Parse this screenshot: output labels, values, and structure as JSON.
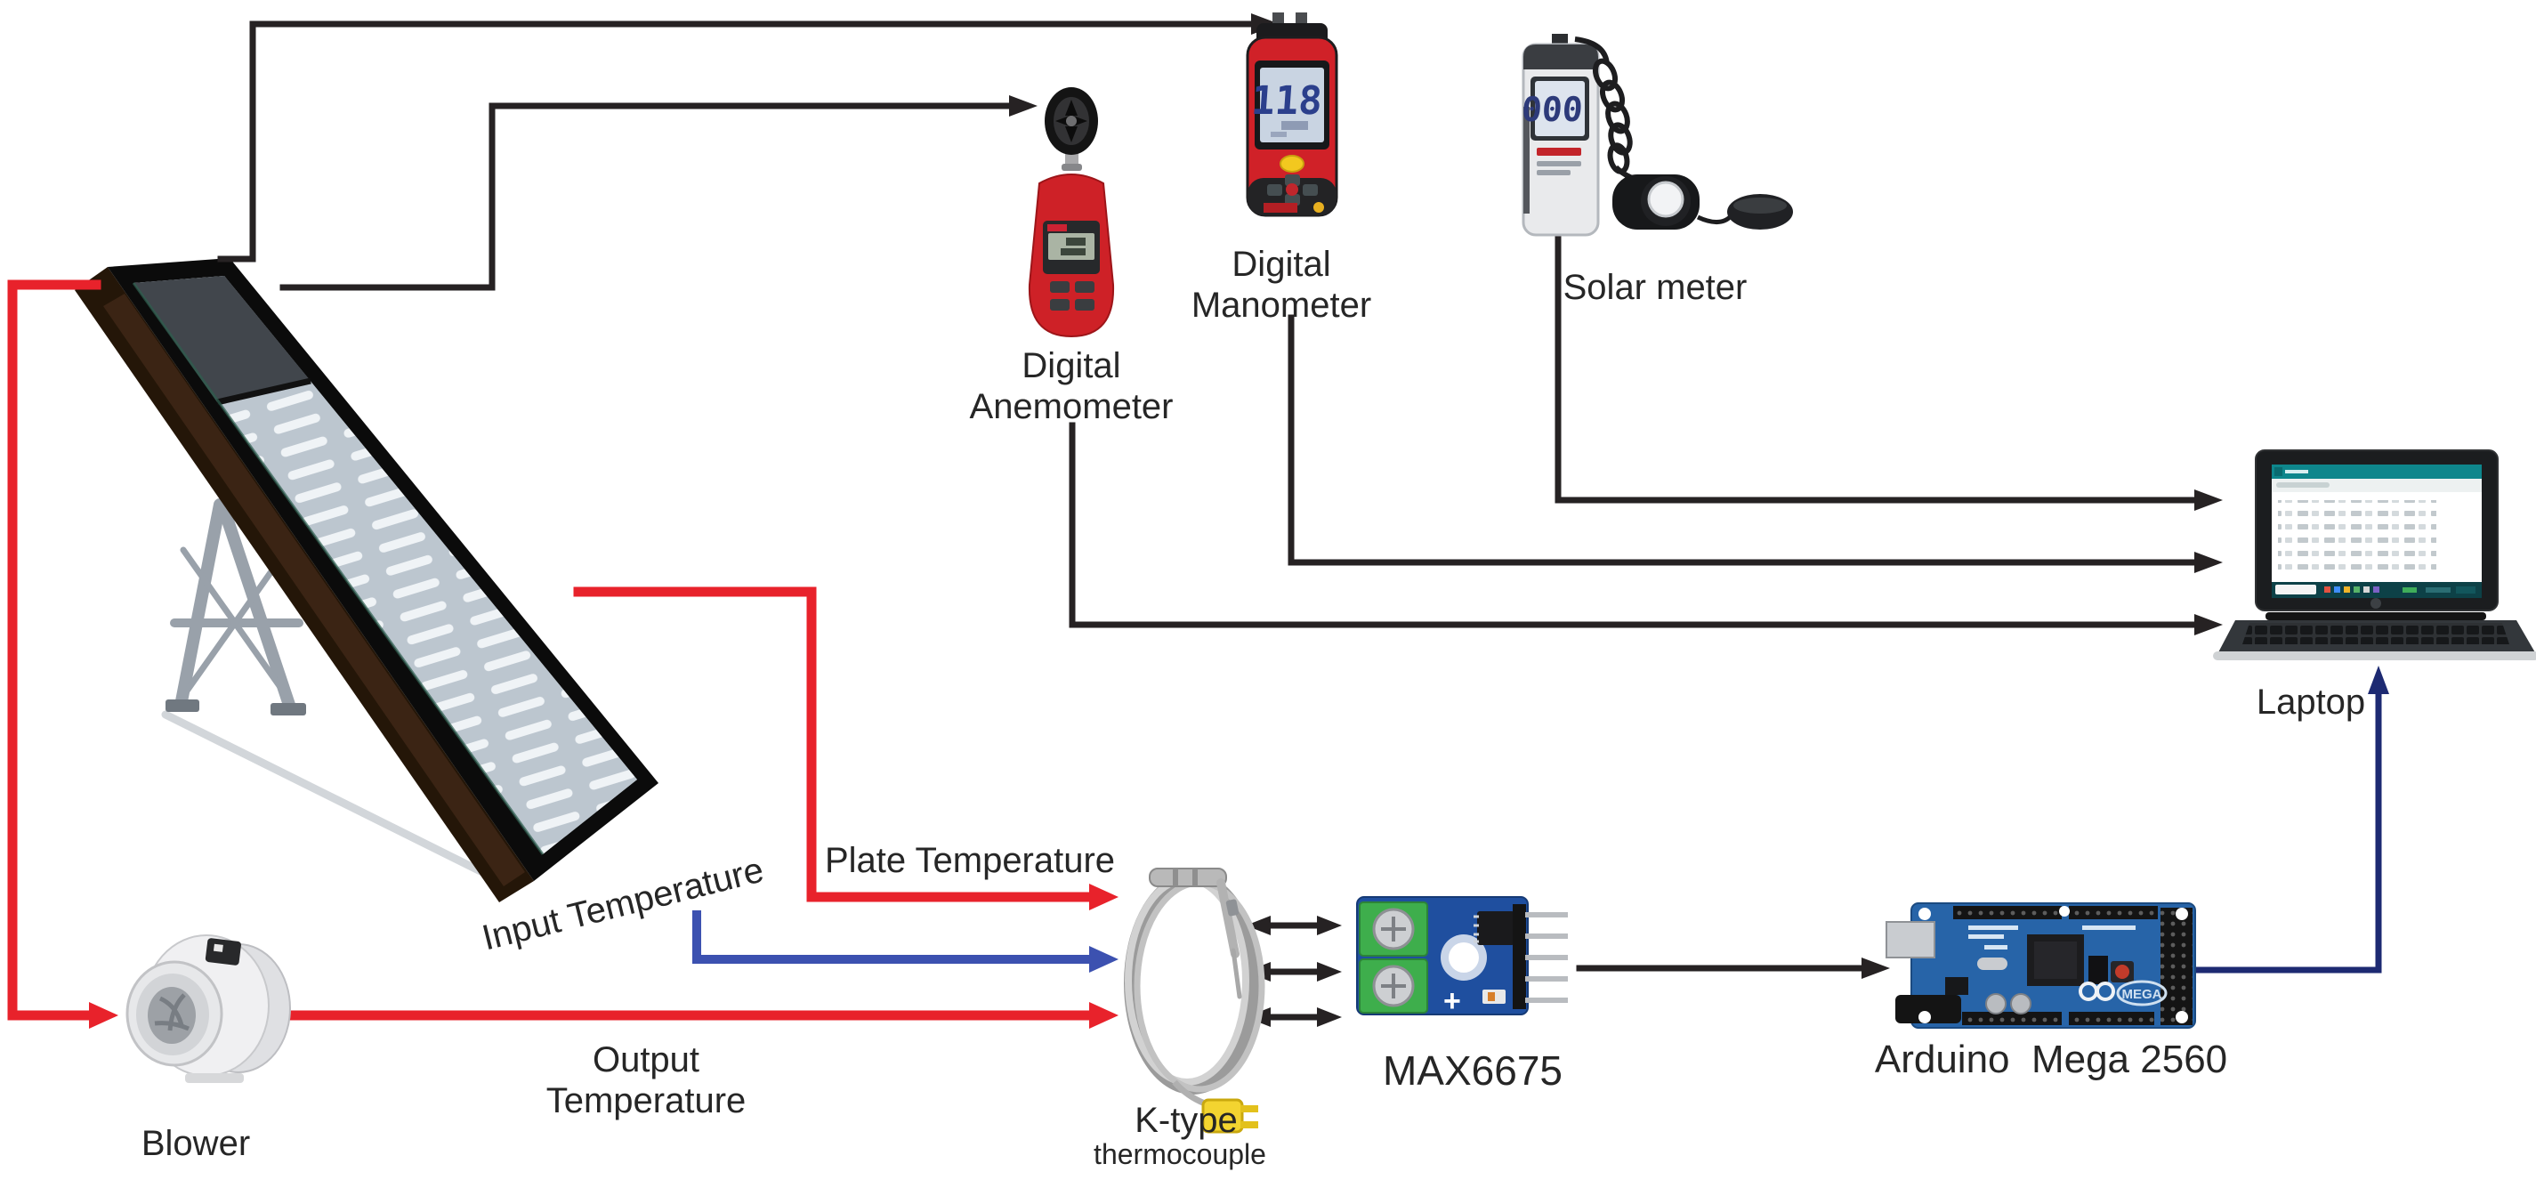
{
  "colors": {
    "line": "#262223",
    "red": "#e8222b",
    "blue": "#3c51b0",
    "navy": "#1d2a72",
    "teal": "#0e868c",
    "arduino_blue": "#2764a8",
    "module_blue": "#1f4f9f",
    "terminal_green": "#3eae4c",
    "connector_yellow": "#f2d22e",
    "lcd": "#ccd6e4"
  },
  "labels": {
    "anemometer_line1": "Digital",
    "anemometer_line2": "Anemometer",
    "manometer_line1": "Digital",
    "manometer_line2": "Manometer",
    "solar_meter": "Solar meter",
    "laptop": "Laptop",
    "blower": "Blower",
    "input_temperature": "Input Temperature",
    "plate_temperature": "Plate Temperature",
    "output_temperature_line1": "Output",
    "output_temperature_line2": "Temperature",
    "ktype_line1": "K-type",
    "ktype_line2": "thermocouple",
    "max6675": "MAX6675",
    "arduino": "Arduino  Mega 2560"
  },
  "readings": {
    "manometer_display": "118",
    "solar_meter_display": "000"
  }
}
